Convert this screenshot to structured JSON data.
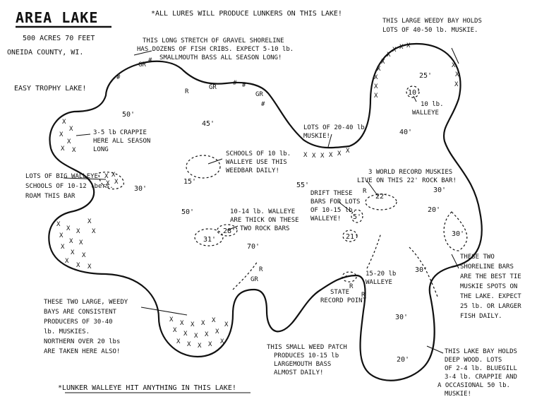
{
  "title": "AREA LAKE",
  "subtitle_1": "500 ACRES  70 FEET",
  "subtitle_2": "ONEIDA COUNTY, WI.",
  "easy_trophy": "EASY TROPHY LAKE!",
  "header_note": "*ALL LURES WILL PRODUCE LUNKERS ON THIS LAKE!",
  "footer_note": "*LUNKER WALLEYE HIT ANYTHING IN THIS LAKE!",
  "annotations": {
    "gravel": [
      "THIS LONG STRETCH OF GRAVEL SHORELINE",
      "HAS DOZENS OF FISH CRIBS. EXPECT 5-10 lb.",
      "SMALLMOUTH BASS ALL SEASON LONG!"
    ],
    "weedy_bay": [
      "THIS LARGE WEEDY BAY HOLDS",
      "LOTS OF 40-50 lb. MUSKIE."
    ],
    "crappie": [
      "3-5 lb CRAPPIE",
      "HERE ALL SEASON",
      "LONG"
    ],
    "big_walleye": [
      "LOTS OF BIG WALLEYE",
      "SCHOOLS OF 10-12 lbers.",
      "ROAM THIS BAR"
    ],
    "schools_walleye": [
      "SCHOOLS OF 10 lb.",
      "WALLEYE USE THIS",
      "WEEDBAR DAILY!"
    ],
    "muskie_20_40": [
      "LOTS OF 20-40 lb",
      "MUSKIE!"
    ],
    "world_record": [
      "3 WORLD RECORD MUSKIES",
      "LIVE ON THIS 22' ROCK BAR!"
    ],
    "drift": [
      "DRIFT THESE",
      "BARS FOR LOTS",
      "OF 10-15 lb.",
      "WALLEYE!"
    ],
    "rock_bars": [
      "10-14 lb. WALLEYE",
      "ARE THICK ON THESE",
      "TWO ROCK BARS"
    ],
    "walleye_10": [
      "10 lb.",
      "WALLEYE"
    ],
    "walleye_15_20": [
      "15-20 lb",
      "WALLEYE"
    ],
    "state_record": [
      "STATE",
      "RECORD POINT"
    ],
    "shoreline_bars": [
      "THESE TWO",
      "SHORELINE BARS",
      "ARE THE BEST TIE",
      "MUSKIE SPOTS ON",
      "THE LAKE. EXPECT",
      "25 lb. OR LARGER",
      "FISH DAILY."
    ],
    "weedy_bays": [
      "THESE TWO LARGE, WEEDY",
      "BAYS ARE CONSISTENT",
      "PRODUCERS OF 30-40",
      "lb. MUSKIES.",
      "NORTHERN OVER 20 lbs",
      "ARE TAKEN HERE ALSO!"
    ],
    "weed_patch": [
      "THIS SMALL WEED PATCH",
      "PRODUCES 10-15 lb",
      "LARGEMOUTH BASS",
      "ALMOST DAILY!"
    ],
    "lake_bay": [
      "THIS LAKE BAY HOLDS",
      "DEEP WOOD. LOTS",
      "OF 2-4 lb. BLUEGILL",
      "3-4 lb. CRAPPIE AND",
      "A OCCASIONAL 50 lb.",
      "MUSKIE!"
    ]
  },
  "depths": {
    "d50a": "50'",
    "d45": "45'",
    "d25": "25'",
    "d10": "10'",
    "d40": "40'",
    "d30a": "30'",
    "d15": "15'",
    "d55": "55'",
    "d30b": "30'",
    "d50b": "50'",
    "d22": "22'",
    "d5": "5'",
    "d70": "70'",
    "d21": "21'",
    "d31": "31'",
    "d28": "28'",
    "d20": "20'",
    "d30c": "30'",
    "d30d": "30'",
    "d30e": "30'",
    "d20b": "20'"
  },
  "marks": {
    "gravel": "GR",
    "rock": "R",
    "crib": "#",
    "weed": "X"
  }
}
